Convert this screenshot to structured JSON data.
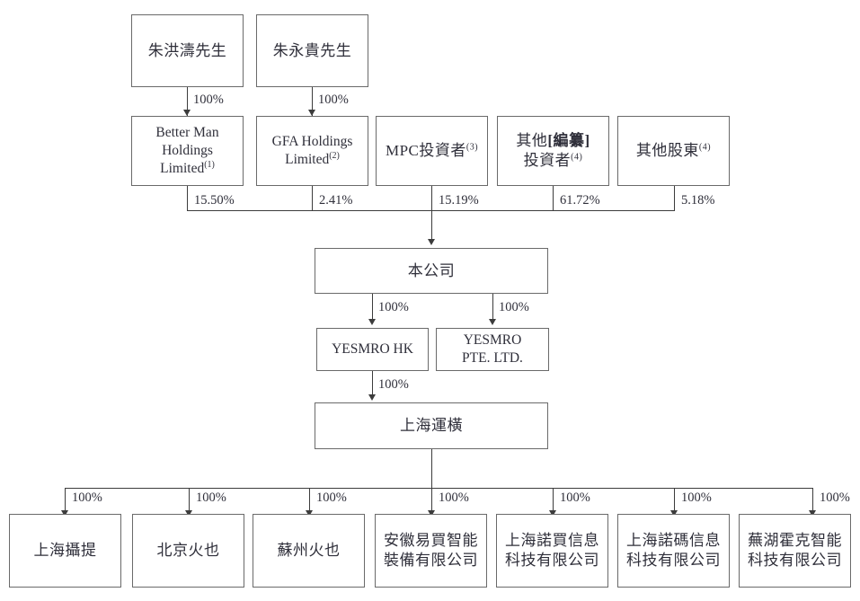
{
  "diagram": {
    "title": "Shareholding and corporate structure chart",
    "type": "org-chart",
    "line_color": "#3c3c3c",
    "box_border_color": "#6a6a6a",
    "text_color": "#2f2f3a"
  },
  "row_shareholders": [
    {
      "label": "朱洪濤先生",
      "pct": "100%"
    },
    {
      "label": "朱永貴先生",
      "pct": "100%"
    }
  ],
  "row_holdcos": [
    {
      "line1": "Better Man",
      "line2": "Holdings Limited",
      "note": "(1)",
      "pct": "15.50%"
    },
    {
      "line1": "GFA Holdings",
      "line2": "Limited",
      "note": "(2)",
      "pct": "2.41%"
    },
    {
      "line1": "MPC投資者",
      "line2": "",
      "note": "(3)",
      "pct": "15.19%"
    },
    {
      "line1": "其他",
      "bracket": "[編纂]",
      "line2": "投資者",
      "note": "(4)",
      "pct": "61.72%"
    },
    {
      "line1": "其他股東",
      "line2": "",
      "note": "(4)",
      "pct": "5.18%"
    }
  ],
  "company": {
    "label": "本公司"
  },
  "row_subsidiaries": [
    {
      "line1": "YESMRO HK",
      "line2": "",
      "pct": "100%"
    },
    {
      "line1": "YESMRO",
      "line2": "PTE. LTD.",
      "pct": "100%"
    }
  ],
  "opco": {
    "label": "上海運橫",
    "pct": "100%"
  },
  "row_bottom": [
    {
      "line1": "上海攝提",
      "line2": "",
      "pct": "100%"
    },
    {
      "line1": "北京火也",
      "line2": "",
      "pct": "100%"
    },
    {
      "line1": "蘇州火也",
      "line2": "",
      "pct": "100%"
    },
    {
      "line1": "安徽易買智能",
      "line2": "裝備有限公司",
      "pct": "100%"
    },
    {
      "line1": "上海諾買信息",
      "line2": "科技有限公司",
      "pct": "100%"
    },
    {
      "line1": "上海諾碼信息",
      "line2": "科技有限公司",
      "pct": "100%"
    },
    {
      "line1": "蕪湖霍克智能",
      "line2": "科技有限公司",
      "pct": "100%"
    }
  ]
}
